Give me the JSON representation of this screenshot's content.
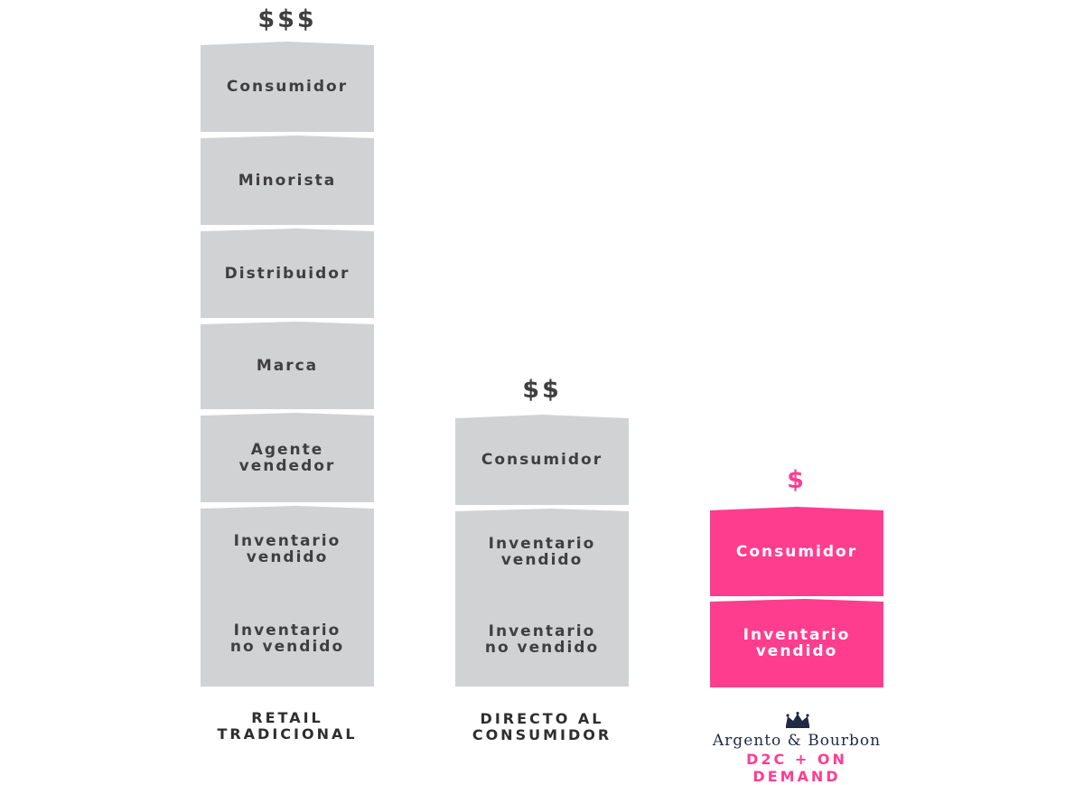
{
  "columns": [
    {
      "price": "$$$",
      "blocks": [
        "Consumidor",
        "Minorista",
        "Distribuidor",
        "Marca",
        "Agente\nvendedor",
        "Inventario\nvendido",
        "Inventario\nno vendido"
      ],
      "caption": "RETAIL\nTRADICIONAL"
    },
    {
      "price": "$$",
      "blocks": [
        "Consumidor",
        "Inventario\nvendido",
        "Inventario\nno vendido"
      ],
      "caption": "DIRECTO AL\nCONSUMIDOR"
    },
    {
      "price": "$",
      "blocks": [
        "Consumidor",
        "Inventario\nvendido"
      ],
      "brand_name": "Argento & Bourbon",
      "brand_tagline": "D2C + ON DEMAND",
      "logo_icon": "crown-icon"
    }
  ],
  "colors": {
    "gray": "#d1d2d4",
    "text": "#3f3f3f",
    "accent": "#ff3d8f",
    "navy": "#1f2a44"
  }
}
